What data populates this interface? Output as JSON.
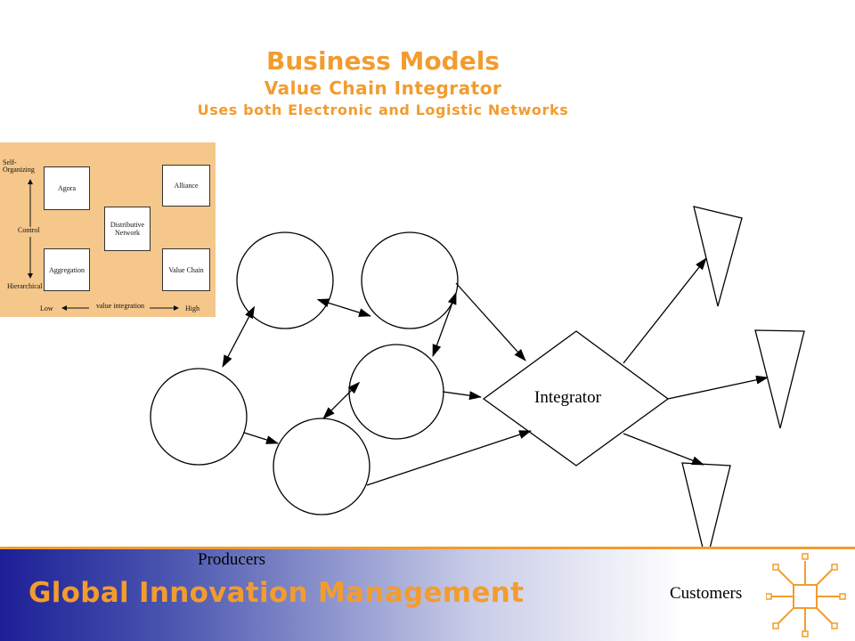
{
  "title": {
    "main": "Business Models",
    "sub": "Value Chain Integrator",
    "detail": "Uses both Electronic and Logistic Networks"
  },
  "mini_diagram": {
    "y_top": "Self-\nOrganizing",
    "y_mid": "Control",
    "y_bottom": "Hierarchical",
    "x_low": "Low",
    "x_mid": "value integration",
    "x_high": "High",
    "boxes": {
      "agora": "Agora",
      "alliance": "Alliance",
      "distributive": "Distributive\nNetwork",
      "aggregation": "Aggregation",
      "value_chain": "Value Chain"
    }
  },
  "diagram": {
    "integrator": "Integrator",
    "producers": "Producers",
    "customers": "Customers"
  },
  "footer": {
    "title": "Global Innovation Management"
  },
  "colors": {
    "accent": "#f39c2e",
    "footer_blue": "#1c1f96"
  }
}
